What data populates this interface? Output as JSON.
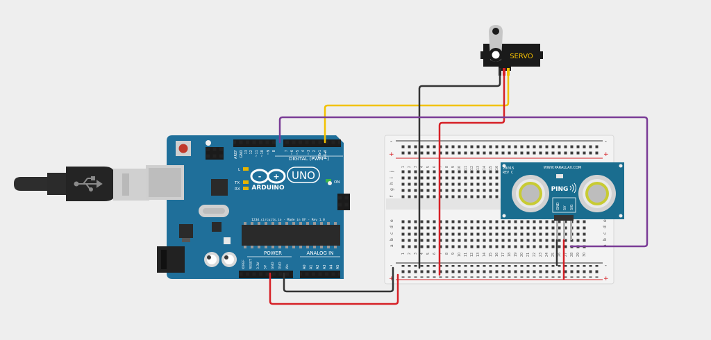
{
  "servo": {
    "label": "SERVO"
  },
  "arduino": {
    "brand": "ARDUINO",
    "model": "UNO",
    "plus": "+",
    "minus": "-",
    "digital_header": "DIGITAL (PWM~)",
    "digital_pins": [
      "AREF",
      "GND",
      "13",
      "12",
      "~11",
      "~10",
      "~9",
      "8",
      "7",
      "~6",
      "~5",
      "4",
      "~3",
      "2",
      "TX▸1",
      "RX◂0"
    ],
    "led_l": "L",
    "led_tx": "TX",
    "led_rx": "RX",
    "led_on": "ON",
    "footer_text": "123d.circuits.io - Made in DF - Rev 1.0",
    "power_label": "POWER",
    "analog_label": "ANALOG IN",
    "power_pins": [
      "IOREF",
      "RESET",
      "3.3V",
      "5V",
      "GND",
      "GND",
      "Vin"
    ],
    "analog_pins": [
      "A0",
      "A1",
      "A2",
      "A3",
      "A4",
      "A5"
    ]
  },
  "breadboard": {
    "rails_top": [
      "-",
      "+"
    ],
    "rails_bottom": [
      "-",
      "+"
    ],
    "row_letters_top": [
      "j",
      "i",
      "h",
      "g",
      "f"
    ],
    "row_letters_bottom": [
      "e",
      "d",
      "c",
      "b",
      "a"
    ],
    "column_numbers": [
      "1",
      "2",
      "3",
      "4",
      "5",
      "6",
      "7",
      "8",
      "9",
      "10",
      "11",
      "12",
      "13",
      "14",
      "15",
      "16",
      "17",
      "18",
      "19",
      "20",
      "21",
      "22",
      "23",
      "24",
      "25",
      "26",
      "27",
      "28",
      "29",
      "30"
    ]
  },
  "ping_sensor": {
    "part_number": "28015",
    "revision": "REV C",
    "site": "WWW.PARALLAX.COM",
    "name": "PING",
    "pins": [
      "GND",
      "5V",
      "SIG"
    ]
  },
  "colors": {
    "background": "#eeeeee",
    "board": "#1f6f9a",
    "breadboard": "#f3f3f3",
    "sensor": "#1a6d8f",
    "wire_black": "#333333",
    "wire_red": "#d62026",
    "wire_yellow": "#f2c200",
    "wire_purple": "#7a3c96"
  }
}
